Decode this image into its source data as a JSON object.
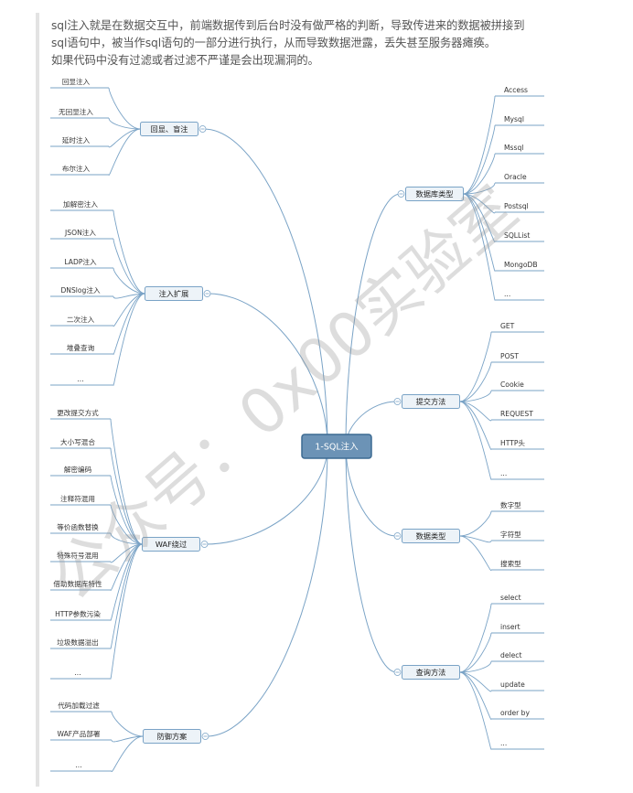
{
  "intro": {
    "line1": "sql注入就是在数据交互中，前端数据传到后台时没有做严格的判断，导致传进来的数据被拼接到",
    "line2": "sql语句中，被当作sql语句的一部分进行执行，从而导致数据泄露，丢失甚至服务器瘫痪。",
    "line3": "如果代码中没有过滤或者过滤不严谨是会出现漏洞的。"
  },
  "mindmap": {
    "root": "1-SQL注入",
    "left": [
      {
        "label": "回显、盲注",
        "items": [
          "回显注入",
          "无回显注入",
          "延时注入",
          "布尔注入"
        ]
      },
      {
        "label": "注入扩展",
        "items": [
          "加解密注入",
          "JSON注入",
          "LADP注入",
          "DNSlog注入",
          "二次注入",
          "堆叠查询",
          "..."
        ]
      },
      {
        "label": "WAF绕过",
        "items": [
          "更改提交方式",
          "大小写混合",
          "解密编码",
          "注释符混用",
          "等价函数替换",
          "特殊符号混用",
          "借助数据库特性",
          "HTTP参数污染",
          "垃圾数据溢出",
          "..."
        ]
      },
      {
        "label": "防御方案",
        "items": [
          "代码加载过滤",
          "WAF产品部署",
          "..."
        ]
      }
    ],
    "right": [
      {
        "label": "数据库类型",
        "items": [
          "Access",
          "Mysql",
          "Mssql",
          "Oracle",
          "Postsql",
          "SQLList",
          "MongoDB",
          "..."
        ]
      },
      {
        "label": "提交方法",
        "items": [
          "GET",
          "POST",
          "Cookie",
          "REQUEST",
          "HTTP头",
          "..."
        ]
      },
      {
        "label": "数据类型",
        "items": [
          "数字型",
          "字符型",
          "搜索型"
        ]
      },
      {
        "label": "查询方法",
        "items": [
          "select",
          "insert",
          "delect",
          "update",
          "order by",
          "..."
        ]
      }
    ]
  },
  "watermark": "公众号：0x00实验室",
  "colors": {
    "line": "#7aa3c6",
    "hub_fill": "#edf3f8",
    "hub_border": "#7aa3c6",
    "root_fill": "#6c93b6",
    "root_border": "#3c6a92"
  }
}
